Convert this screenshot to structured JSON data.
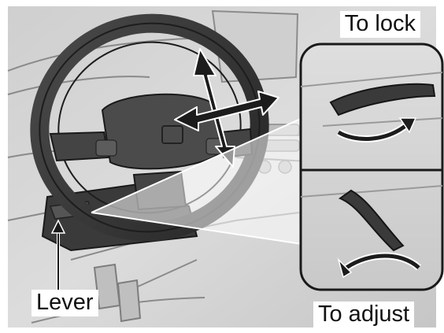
{
  "illustration": {
    "subject": "steering-wheel-adjustment",
    "icons": [
      "four-way-adjust-arrows-icon",
      "lever-pointer-icon",
      "rotate-arrow-icon"
    ]
  },
  "labels": {
    "to_lock": "To lock",
    "to_adjust": "To adjust",
    "lever": "Lever"
  },
  "colors": {
    "background": "#d4d4d4",
    "line_art": "#2a2a2a",
    "wheel": "#3c3c3c",
    "arrow_fill": "#1c1c1c",
    "label_bg": "#ffffff"
  }
}
